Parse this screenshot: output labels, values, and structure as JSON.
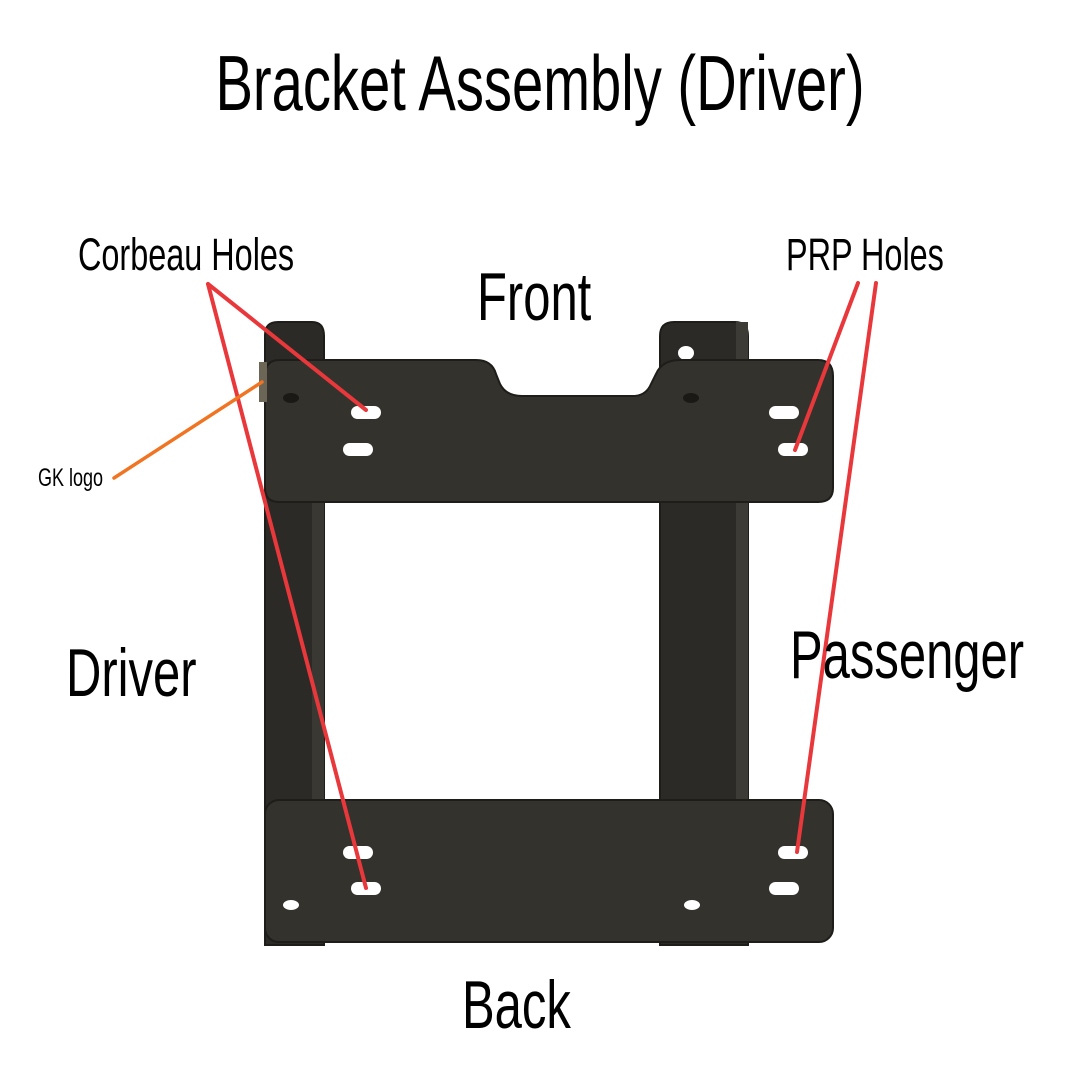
{
  "title": "Bracket Assembly (Driver)",
  "labels": {
    "front": "Front",
    "back": "Back",
    "driver": "Driver",
    "passenger": "Passenger",
    "corbeau_holes": "Corbeau Holes",
    "prp_holes": "PRP Holes",
    "gk_logo": "GK logo"
  },
  "colors": {
    "bracket": "#34322d",
    "bracket_edge": "#1e1d1a",
    "rail": "#2b2a26",
    "callout_red": "#e8383b",
    "callout_orange": "#f07422",
    "hole": "#ffffff"
  }
}
